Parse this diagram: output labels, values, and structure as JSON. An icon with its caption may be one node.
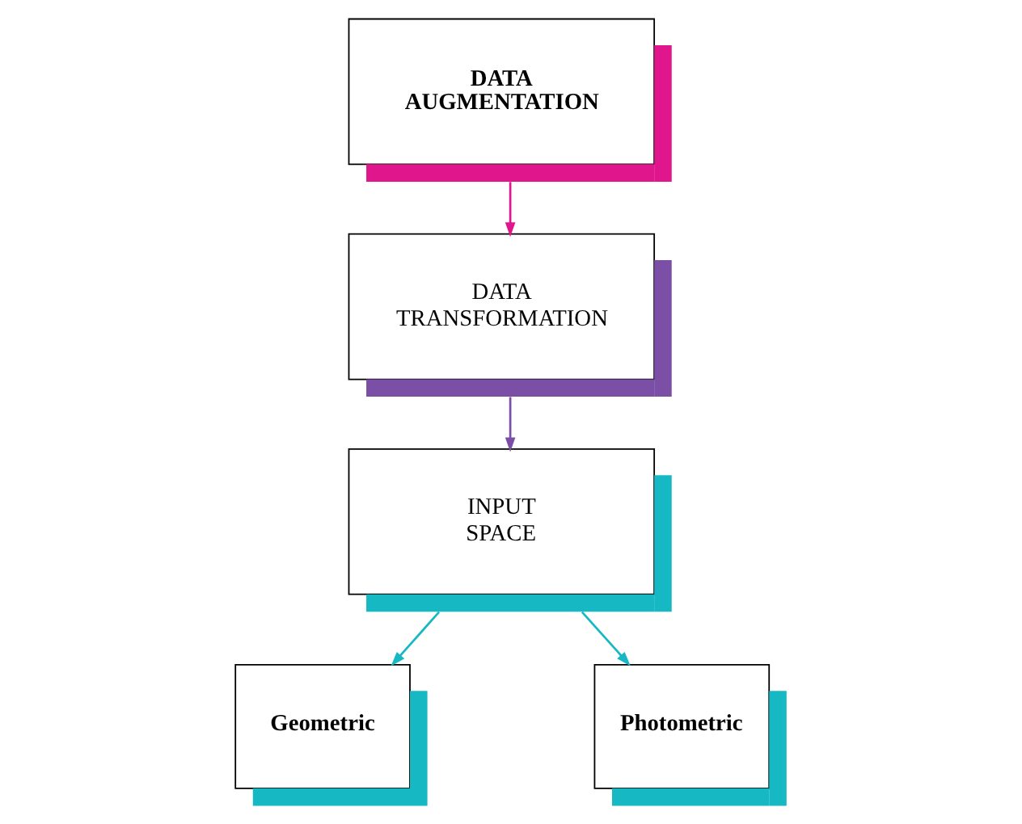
{
  "diagram": {
    "nodes": [
      {
        "text": [
          "DATA AUGMENTATION"
        ]
      },
      {
        "text": [
          "DATA TRANSFORMATION"
        ]
      },
      {
        "text": [
          "INPUT SPACE"
        ]
      },
      {
        "text": [
          "Geometric"
        ]
      },
      {
        "text": [
          "Photometric"
        ]
      }
    ],
    "edges": [
      {
        "from": 0,
        "to": 1,
        "arrow": "to",
        "color": "#e0168c"
      },
      {
        "from": 1,
        "to": 2,
        "arrow": "to",
        "color": "#7b4fa6"
      },
      {
        "from": 2,
        "to": 3,
        "arrow": "to",
        "color": "#16b8c4"
      },
      {
        "from": 2,
        "to": 4,
        "arrow": "to",
        "color": "#16b8c4"
      }
    ]
  }
}
